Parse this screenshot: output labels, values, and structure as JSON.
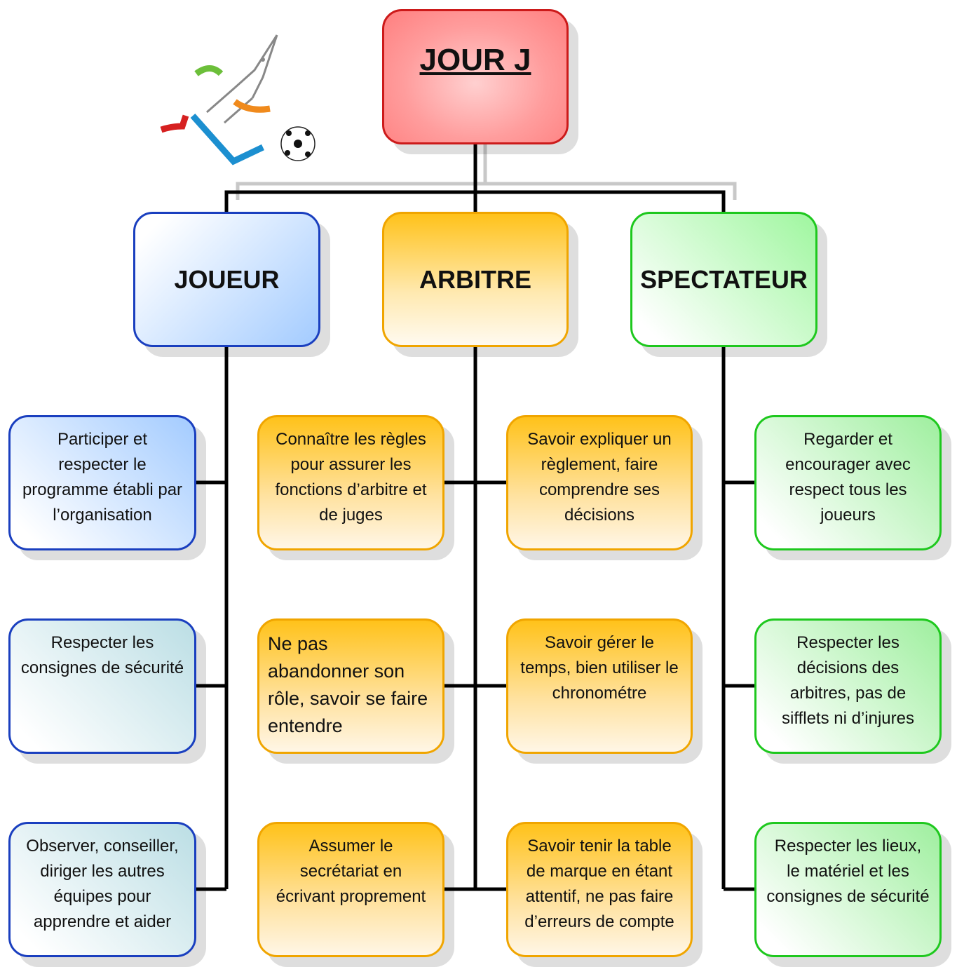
{
  "root": {
    "label": "JOUR J"
  },
  "columns": {
    "joueur": {
      "title": "JOUEUR",
      "items": [
        "Participer et respecter le programme établi par l’organisation",
        "Respecter les consignes de sécurité",
        "Observer, conseiller, diriger les autres équipes pour apprendre et aider"
      ]
    },
    "arbitre": {
      "title": "ARBITRE",
      "left_items": [
        "Connaître les règles pour assurer les fonctions d’arbitre et de juges",
        "Ne pas abandonner son rôle, savoir se faire entendre",
        "Assumer le secrétariat en écrivant proprement"
      ],
      "right_items": [
        "Savoir expliquer un règlement, faire comprendre ses décisions",
        "Savoir gérer le temps,  bien utiliser le chronométre",
        "Savoir tenir la table de marque en étant attentif, ne pas faire d’erreurs de compte"
      ]
    },
    "spectateur": {
      "title": "SPECTATEUR",
      "items": [
        "Regarder et encourager avec respect tous les joueurs",
        "Respecter les décisions des arbitres, pas de sifflets ni d’injures",
        "Respecter les lieux, le matériel et les consignes de sécurité"
      ]
    }
  },
  "colors": {
    "root_border": "#cc1a1a",
    "joueur_border": "#1a3fbf",
    "arbitre_border": "#f0a500",
    "spectateur_border": "#1ec81e",
    "connector": "#000000"
  },
  "icons": [
    "sport-logo-icon",
    "soccer-ball-icon"
  ]
}
